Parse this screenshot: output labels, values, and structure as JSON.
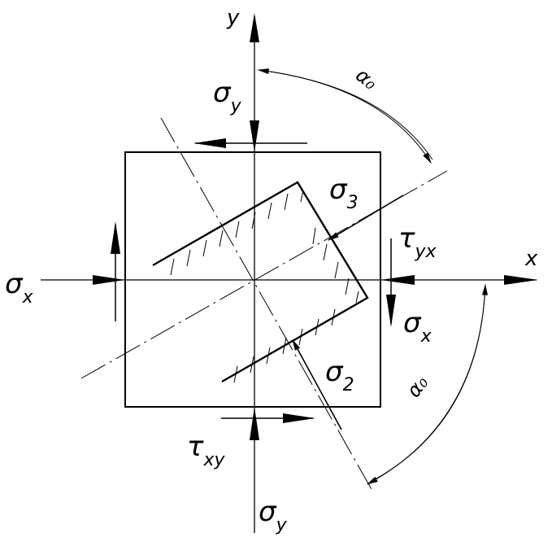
{
  "labels": {
    "axis_x": "x",
    "axis_y": "y",
    "sigma_y_top": {
      "main": "σ",
      "sub": "y"
    },
    "sigma_y_bottom": {
      "main": "σ",
      "sub": "y"
    },
    "sigma_x_left": {
      "main": "σ",
      "sub": "x"
    },
    "sigma_x_right": {
      "main": "σ",
      "sub": "x"
    },
    "sigma_3": {
      "main": "σ",
      "sub": "3"
    },
    "sigma_2": {
      "main": "σ",
      "sub": "2"
    },
    "tau_yx": {
      "main": "τ",
      "sub": "yx"
    },
    "tau_xy": {
      "main": "τ",
      "sub": "xy"
    },
    "alpha_top": "α₀",
    "alpha_right": "α₀"
  },
  "colors": {
    "stroke": "#000000",
    "background": "#ffffff"
  }
}
